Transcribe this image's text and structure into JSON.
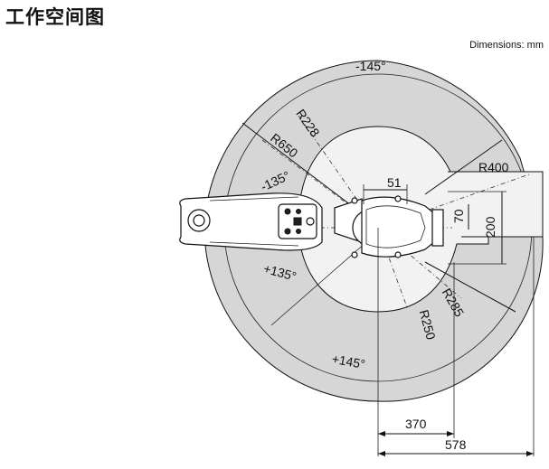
{
  "title": "工作空间图",
  "dimensions_note": "Dimensions: mm",
  "labels": {
    "neg145": "-145°",
    "neg135": "-135°",
    "pos135": "+135°",
    "pos145": "+145°",
    "r228": "R228",
    "r650": "R650",
    "r400": "R400",
    "r285": "R285",
    "r250": "R250",
    "d51": "51",
    "d70": "70",
    "d200": "200",
    "d370": "370",
    "d578": "578"
  },
  "colors": {
    "outer_zone": "#d6d6d6",
    "inner_zone": "#f2f2f2",
    "lines": "#111111"
  }
}
